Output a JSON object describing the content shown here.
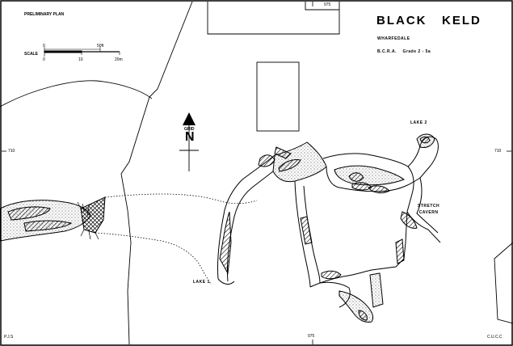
{
  "map": {
    "title": "BLACK   KELD",
    "subtitle": "WHARFEDALE",
    "grade": "B.C.R.A.    Grade 2 - 5a",
    "plan_label": "PRELIMINARY PLAN",
    "scale": {
      "label": "SCALE",
      "ft_ticks": [
        "0",
        "50ft"
      ],
      "m_ticks": [
        "0",
        "10",
        "20m"
      ]
    },
    "north": {
      "grid_label": "GRID",
      "letter": "N"
    },
    "grid_labels": {
      "top": "975",
      "bottom": "975",
      "left": "710",
      "right": "710"
    },
    "features": [
      {
        "id": "lake-1",
        "label": "LAKE 1"
      },
      {
        "id": "lake-2",
        "label": "LAKE 2"
      },
      {
        "id": "stretch-cavern",
        "label": "STRETCH\nCAVERN"
      }
    ],
    "credits": {
      "left": "P.J.S",
      "right": "C.U.C.C"
    },
    "colors": {
      "ink": "#000000",
      "paper": "#ffffff"
    }
  }
}
